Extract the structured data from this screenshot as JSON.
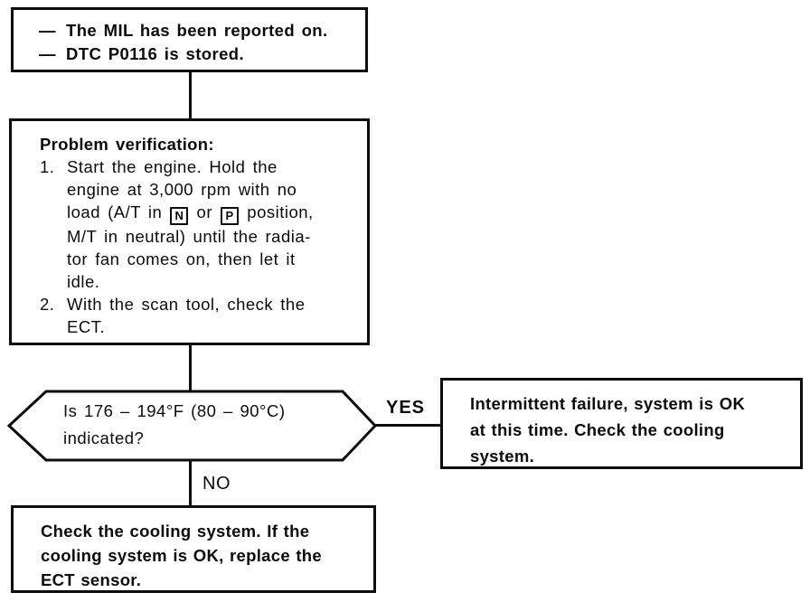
{
  "palette": {
    "ink": "#0c0c0c",
    "paper": "#ffffff"
  },
  "flowchart": {
    "start_box": {
      "items": [
        {
          "marker": "—",
          "lines": [
            "The MIL has been reported on."
          ]
        },
        {
          "marker": "—",
          "lines": [
            "DTC P0116 is stored."
          ]
        }
      ]
    },
    "problem_box": {
      "heading": "Problem verification:",
      "steps": [
        {
          "marker": "1.",
          "lines": [
            "Start the engine. Hold the",
            "engine at 3,000 rpm with no",
            "load (A/T in [N] or [P] position,",
            "M/T in neutral) until the radia-",
            "tor fan comes on, then let it",
            "idle."
          ]
        },
        {
          "marker": "2.",
          "lines": [
            "With the scan tool, check the",
            "ECT."
          ]
        }
      ]
    },
    "decision": {
      "lines": [
        "Is 176 – 194°F (80 – 90°C)",
        "indicated?"
      ]
    },
    "yes_label": "YES",
    "no_label": "NO",
    "yes_box": {
      "lines": [
        "Intermittent failure, system is OK",
        "at this time. Check the cooling",
        "system."
      ]
    },
    "no_box": {
      "lines": [
        "Check the cooling system. If the",
        "cooling system is OK, replace the",
        "ECT sensor."
      ]
    }
  }
}
